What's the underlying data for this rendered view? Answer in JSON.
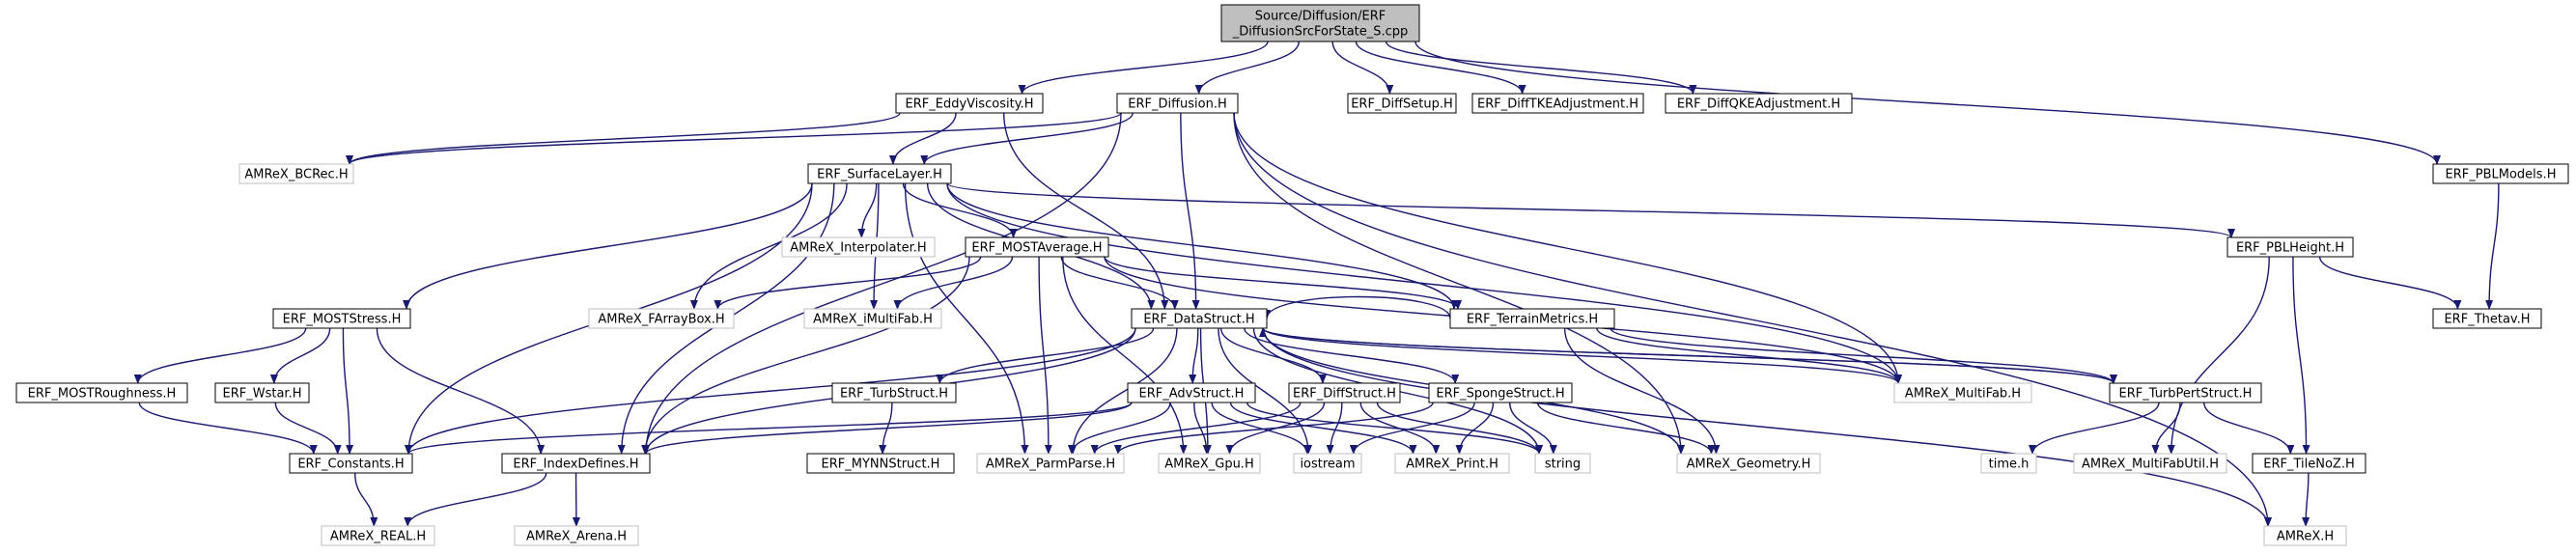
{
  "nodes": [
    {
      "id": "root",
      "lines": [
        "Source/Diffusion/ERF",
        "_DiffusionSrcForState_S.cpp"
      ],
      "kind": "root"
    },
    {
      "id": "eddy",
      "lines": [
        "ERF_EddyViscosity.H"
      ],
      "kind": "local"
    },
    {
      "id": "diffusion",
      "lines": [
        "ERF_Diffusion.H"
      ],
      "kind": "local"
    },
    {
      "id": "diffsetup",
      "lines": [
        "ERF_DiffSetup.H"
      ],
      "kind": "local"
    },
    {
      "id": "difftke",
      "lines": [
        "ERF_DiffTKEAdjustment.H"
      ],
      "kind": "local"
    },
    {
      "id": "diffqke",
      "lines": [
        "ERF_DiffQKEAdjustment.H"
      ],
      "kind": "local"
    },
    {
      "id": "bcrec",
      "lines": [
        "AMReX_BCRec.H"
      ],
      "kind": "ext"
    },
    {
      "id": "surface",
      "lines": [
        "ERF_SurfaceLayer.H"
      ],
      "kind": "local"
    },
    {
      "id": "pblmodels",
      "lines": [
        "ERF_PBLModels.H"
      ],
      "kind": "local"
    },
    {
      "id": "interp",
      "lines": [
        "AMReX_Interpolater.H"
      ],
      "kind": "ext"
    },
    {
      "id": "mostavg",
      "lines": [
        "ERF_MOSTAverage.H"
      ],
      "kind": "local"
    },
    {
      "id": "pblheight",
      "lines": [
        "ERF_PBLHeight.H"
      ],
      "kind": "local"
    },
    {
      "id": "moststress",
      "lines": [
        "ERF_MOSTStress.H"
      ],
      "kind": "local"
    },
    {
      "id": "farraybox",
      "lines": [
        "AMReX_FArrayBox.H"
      ],
      "kind": "ext"
    },
    {
      "id": "imultifab",
      "lines": [
        "AMReX_iMultiFab.H"
      ],
      "kind": "ext"
    },
    {
      "id": "datastruct",
      "lines": [
        "ERF_DataStruct.H"
      ],
      "kind": "local"
    },
    {
      "id": "terrain",
      "lines": [
        "ERF_TerrainMetrics.H"
      ],
      "kind": "local"
    },
    {
      "id": "thetav",
      "lines": [
        "ERF_Thetav.H"
      ],
      "kind": "local"
    },
    {
      "id": "mostrough",
      "lines": [
        "ERF_MOSTRoughness.H"
      ],
      "kind": "local"
    },
    {
      "id": "wstar",
      "lines": [
        "ERF_Wstar.H"
      ],
      "kind": "local"
    },
    {
      "id": "turbstruct",
      "lines": [
        "ERF_TurbStruct.H"
      ],
      "kind": "local"
    },
    {
      "id": "advstruct",
      "lines": [
        "ERF_AdvStruct.H"
      ],
      "kind": "local"
    },
    {
      "id": "diffstruct",
      "lines": [
        "ERF_DiffStruct.H"
      ],
      "kind": "local"
    },
    {
      "id": "sponge",
      "lines": [
        "ERF_SpongeStruct.H"
      ],
      "kind": "local"
    },
    {
      "id": "multifab",
      "lines": [
        "AMReX_MultiFab.H"
      ],
      "kind": "ext"
    },
    {
      "id": "turbpert",
      "lines": [
        "ERF_TurbPertStruct.H"
      ],
      "kind": "local"
    },
    {
      "id": "constants",
      "lines": [
        "ERF_Constants.H"
      ],
      "kind": "local"
    },
    {
      "id": "indexdefs",
      "lines": [
        "ERF_IndexDefines.H"
      ],
      "kind": "local"
    },
    {
      "id": "mynn",
      "lines": [
        "ERF_MYNNStruct.H"
      ],
      "kind": "local"
    },
    {
      "id": "parmparse",
      "lines": [
        "AMReX_ParmParse.H"
      ],
      "kind": "ext"
    },
    {
      "id": "gpu",
      "lines": [
        "AMReX_Gpu.H"
      ],
      "kind": "ext"
    },
    {
      "id": "iostream",
      "lines": [
        "iostream"
      ],
      "kind": "ext"
    },
    {
      "id": "print",
      "lines": [
        "AMReX_Print.H"
      ],
      "kind": "ext"
    },
    {
      "id": "string",
      "lines": [
        "string"
      ],
      "kind": "ext"
    },
    {
      "id": "geometry",
      "lines": [
        "AMReX_Geometry.H"
      ],
      "kind": "ext"
    },
    {
      "id": "timeh",
      "lines": [
        "time.h"
      ],
      "kind": "ext"
    },
    {
      "id": "multifabutil",
      "lines": [
        "AMReX_MultiFabUtil.H"
      ],
      "kind": "ext"
    },
    {
      "id": "tilenoz",
      "lines": [
        "ERF_TileNoZ.H"
      ],
      "kind": "local"
    },
    {
      "id": "real",
      "lines": [
        "AMReX_REAL.H"
      ],
      "kind": "ext"
    },
    {
      "id": "arena",
      "lines": [
        "AMReX_Arena.H"
      ],
      "kind": "ext"
    },
    {
      "id": "amrex",
      "lines": [
        "AMReX.H"
      ],
      "kind": "ext"
    }
  ],
  "edges": [
    [
      "root",
      "eddy"
    ],
    [
      "root",
      "diffusion"
    ],
    [
      "root",
      "diffsetup"
    ],
    [
      "root",
      "difftke"
    ],
    [
      "root",
      "diffqke"
    ],
    [
      "root",
      "pblmodels"
    ],
    [
      "eddy",
      "bcrec"
    ],
    [
      "eddy",
      "surface"
    ],
    [
      "eddy",
      "datastruct"
    ],
    [
      "diffusion",
      "bcrec"
    ],
    [
      "diffusion",
      "surface"
    ],
    [
      "diffusion",
      "datastruct"
    ],
    [
      "diffusion",
      "indexdefs"
    ],
    [
      "diffusion",
      "multifab"
    ],
    [
      "diffusion",
      "geometry"
    ],
    [
      "diffusion",
      "amrex"
    ],
    [
      "surface",
      "interp"
    ],
    [
      "surface",
      "mostavg"
    ],
    [
      "surface",
      "moststress"
    ],
    [
      "surface",
      "pblheight"
    ],
    [
      "surface",
      "farraybox"
    ],
    [
      "surface",
      "imultifab"
    ],
    [
      "surface",
      "datastruct"
    ],
    [
      "surface",
      "terrain"
    ],
    [
      "surface",
      "multifab"
    ],
    [
      "surface",
      "constants"
    ],
    [
      "surface",
      "indexdefs"
    ],
    [
      "surface",
      "parmparse"
    ],
    [
      "pblmodels",
      "thetav"
    ],
    [
      "pblheight",
      "thetav"
    ],
    [
      "pblheight",
      "multifabutil"
    ],
    [
      "pblheight",
      "tilenoz"
    ],
    [
      "mostavg",
      "farraybox"
    ],
    [
      "mostavg",
      "imultifab"
    ],
    [
      "mostavg",
      "datastruct"
    ],
    [
      "mostavg",
      "terrain"
    ],
    [
      "mostavg",
      "multifab"
    ],
    [
      "mostavg",
      "indexdefs"
    ],
    [
      "mostavg",
      "parmparse"
    ],
    [
      "mostavg",
      "gpu"
    ],
    [
      "moststress",
      "mostrough"
    ],
    [
      "moststress",
      "wstar"
    ],
    [
      "moststress",
      "constants"
    ],
    [
      "moststress",
      "indexdefs"
    ],
    [
      "mostrough",
      "constants"
    ],
    [
      "wstar",
      "constants"
    ],
    [
      "datastruct",
      "turbstruct"
    ],
    [
      "datastruct",
      "advstruct"
    ],
    [
      "datastruct",
      "diffstruct"
    ],
    [
      "datastruct",
      "sponge"
    ],
    [
      "datastruct",
      "turbpert"
    ],
    [
      "datastruct",
      "constants"
    ],
    [
      "datastruct",
      "indexdefs"
    ],
    [
      "datastruct",
      "parmparse"
    ],
    [
      "datastruct",
      "gpu"
    ],
    [
      "datastruct",
      "iostream"
    ],
    [
      "datastruct",
      "string"
    ],
    [
      "datastruct",
      "geometry"
    ],
    [
      "datastruct",
      "multifab"
    ],
    [
      "datastruct",
      "amrex"
    ],
    [
      "terrain",
      "datastruct"
    ],
    [
      "terrain",
      "multifab"
    ],
    [
      "terrain",
      "geometry"
    ],
    [
      "terrain",
      "turbpert"
    ],
    [
      "turbstruct",
      "mynn"
    ],
    [
      "advstruct",
      "constants"
    ],
    [
      "advstruct",
      "indexdefs"
    ],
    [
      "advstruct",
      "parmparse"
    ],
    [
      "advstruct",
      "gpu"
    ],
    [
      "advstruct",
      "iostream"
    ],
    [
      "advstruct",
      "print"
    ],
    [
      "advstruct",
      "string"
    ],
    [
      "diffstruct",
      "parmparse"
    ],
    [
      "diffstruct",
      "gpu"
    ],
    [
      "diffstruct",
      "iostream"
    ],
    [
      "diffstruct",
      "print"
    ],
    [
      "diffstruct",
      "string"
    ],
    [
      "sponge",
      "parmparse"
    ],
    [
      "sponge",
      "iostream"
    ],
    [
      "sponge",
      "print"
    ],
    [
      "sponge",
      "string"
    ],
    [
      "sponge",
      "geometry"
    ],
    [
      "turbpert",
      "timeh"
    ],
    [
      "turbpert",
      "multifabutil"
    ],
    [
      "turbpert",
      "tilenoz"
    ],
    [
      "turbpert",
      "datastruct"
    ],
    [
      "tilenoz",
      "amrex"
    ],
    [
      "constants",
      "real"
    ],
    [
      "indexdefs",
      "real"
    ],
    [
      "indexdefs",
      "arena"
    ]
  ]
}
